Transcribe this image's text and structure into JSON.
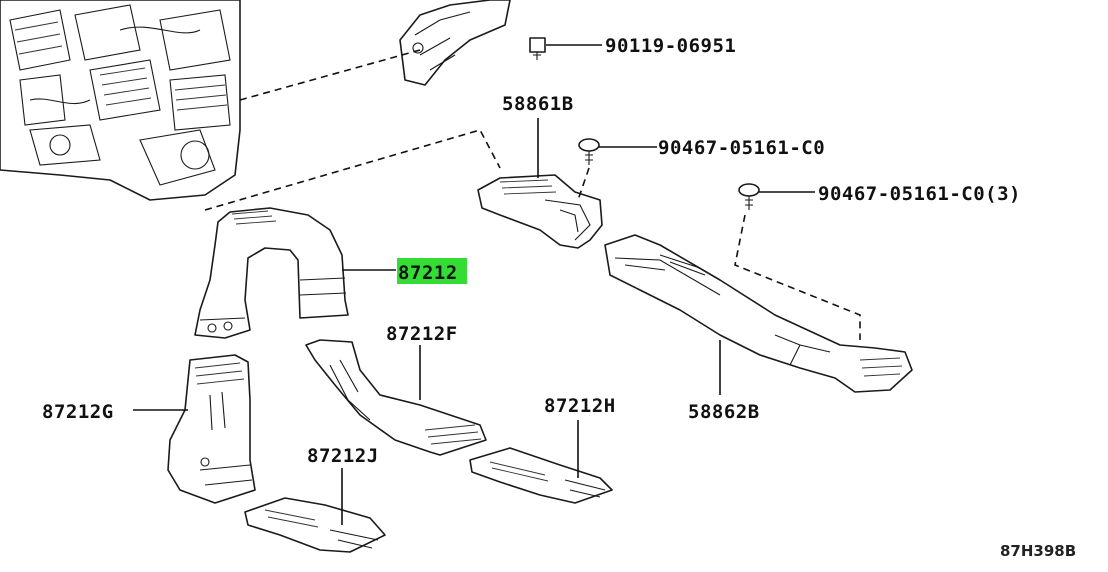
{
  "labels": {
    "bolt_90119": "90119-06951",
    "clip_90467_a": "90467-05161-C0",
    "clip_90467_b": "90467-05161-C0(3)",
    "part_58861B": "58861B",
    "part_87212": "87212",
    "part_87212F": "87212F",
    "part_87212G": "87212G",
    "part_87212H": "87212H",
    "part_87212J": "87212J",
    "part_58862B": "58862B"
  },
  "diagram_ref": "87H398B",
  "colors": {
    "highlight": "#33dd33",
    "line": "#111111",
    "background": "#ffffff"
  }
}
